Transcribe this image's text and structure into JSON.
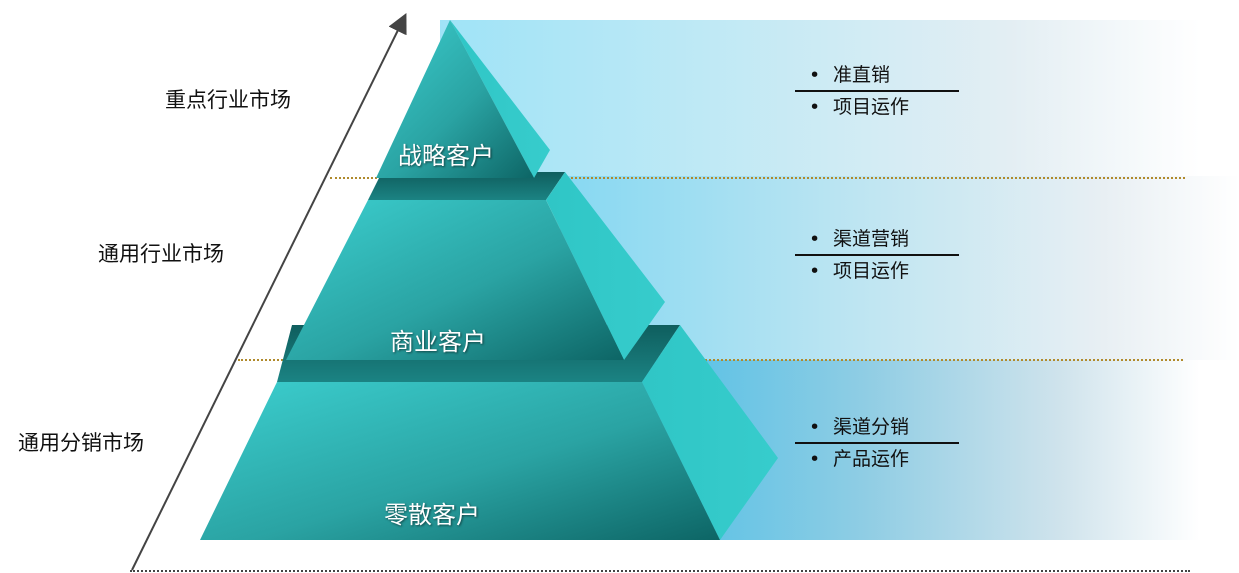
{
  "market_levels": [
    {
      "label": "重点行业市场"
    },
    {
      "label": "通用行业市场"
    },
    {
      "label": "通用分销市场"
    }
  ],
  "tiers": [
    {
      "label": "战略客户",
      "items": [
        "准直销",
        "项目运作"
      ]
    },
    {
      "label": "商业客户",
      "items": [
        "渠道营销",
        "项目运作"
      ]
    },
    {
      "label": "零散客户",
      "items": [
        "渠道分销",
        "产品运作"
      ]
    }
  ],
  "bullet_char": "•",
  "colors": {
    "pyramid_light": "#33c8c8",
    "pyramid_dark": "#0e6e6e",
    "pyramid_side": "#2ec4c4",
    "band_cyan": "#86d8f2",
    "dotted_line": "#b08a2c"
  }
}
